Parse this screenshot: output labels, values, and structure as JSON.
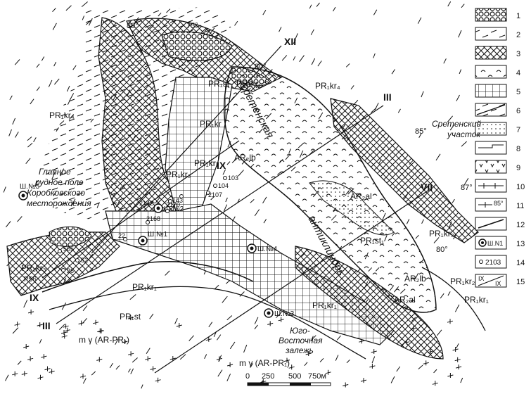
{
  "map": {
    "labels": {
      "pr1kr4_west": "PR₁kr₄",
      "pr1kr4_east": "PR₁kr₄",
      "pr1st_north": "PR₁st",
      "pr1kr1_north": "PR₁kr₁",
      "pr1kr_center": "PR₁kr",
      "pr1kr3_center": "PR₁kr₃",
      "pr1kr2_center": "PR₁kr₂",
      "ar2lb_center": "AR₂lb",
      "ar2al_east": "AR₂al",
      "pr1st1_east": "PR₁st₁",
      "pr1kr3_east": "PR₁kr₃",
      "ar2lb_east": "AR₂lb",
      "pr1kr2_east": "PR₁kr₂",
      "pr1kr1_east": "PR₁kr₁",
      "pr1kr1_south": "PR₁kr₁",
      "pr1kr1_se": "PR₁kr₁",
      "ar2al_se": "AR₂al",
      "pr1st_sw": "PR₁st",
      "pr1kr3_west": "PR₁kr₃",
      "p56": "P56",
      "intrusive_sw": "m γ (AR-PR₁)",
      "intrusive_s": "m γ (AR-PR₁)"
    },
    "place_names": {
      "main_ore_field": [
        "Главное",
        "рудное поле",
        "Коробковского",
        "месторождения"
      ],
      "sretensky_site": [
        "Сретенский",
        "участок"
      ],
      "sretenskaya": "Сретенская",
      "anticlinorium": "антиклинорь",
      "southeast_deposit": [
        "Юго-",
        "Восточная",
        "залежь"
      ]
    },
    "angles": [
      "80°",
      "75°",
      "80°",
      "85°",
      "87°",
      "80°"
    ],
    "profiles": {
      "xii": "XII",
      "iii_ne": "III",
      "ix_n": "IX",
      "vii": "VII",
      "ix_w": "IX",
      "iii_sw": "III"
    },
    "shafts": [
      "Ш.№5",
      "Ш.№2",
      "Ш.№1",
      "Ш.№4",
      "Ш.№3"
    ],
    "boreholes": [
      "103",
      "104",
      "2107",
      "143",
      "2142",
      "2170",
      "2168",
      "22",
      "505",
      "52",
      "26",
      "2147"
    ],
    "scale": {
      "ticks": [
        "0",
        "250",
        "500",
        "750м"
      ]
    }
  },
  "legend": {
    "items": [
      {
        "num": "1"
      },
      {
        "num": "2"
      },
      {
        "num": "3"
      },
      {
        "num": "4"
      },
      {
        "num": "5"
      },
      {
        "num": "6"
      },
      {
        "num": "7"
      },
      {
        "num": "8"
      },
      {
        "num": "9"
      },
      {
        "num": "10"
      },
      {
        "num": "11",
        "sample": "85°"
      },
      {
        "num": "12"
      },
      {
        "num": "13",
        "sample": "Ш.N1"
      },
      {
        "num": "14",
        "sample": "2103"
      },
      {
        "num": "15",
        "sample_a": "IX",
        "sample_b": "IX"
      }
    ]
  }
}
